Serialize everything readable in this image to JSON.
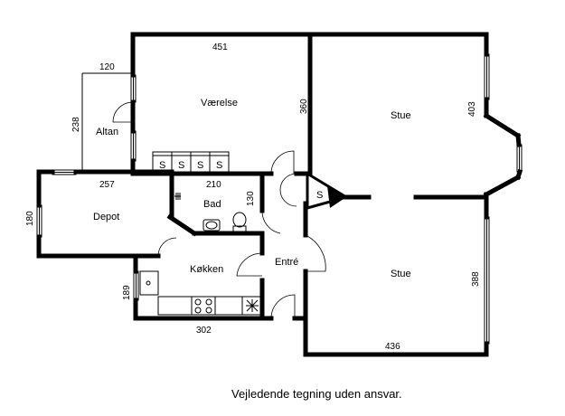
{
  "rooms": {
    "vaerelse": "Værelse",
    "altan": "Altan",
    "stue_top": "Stue",
    "stue_bottom": "Stue",
    "bad": "Bad",
    "depot": "Depot",
    "kokken": "Køkken",
    "entre": "Entré"
  },
  "dimensions": {
    "d451": "451",
    "d120": "120",
    "d238": "238",
    "d360": "360",
    "d403": "403",
    "d257": "257",
    "d210": "210",
    "d130": "130",
    "d180": "180",
    "d189": "189",
    "d302": "302",
    "d388": "388",
    "d436": "436"
  },
  "cabinets": [
    "S",
    "S",
    "S",
    "S"
  ],
  "closet_label": "S",
  "disclaimer": "Vejledende tegning uden ansvar."
}
